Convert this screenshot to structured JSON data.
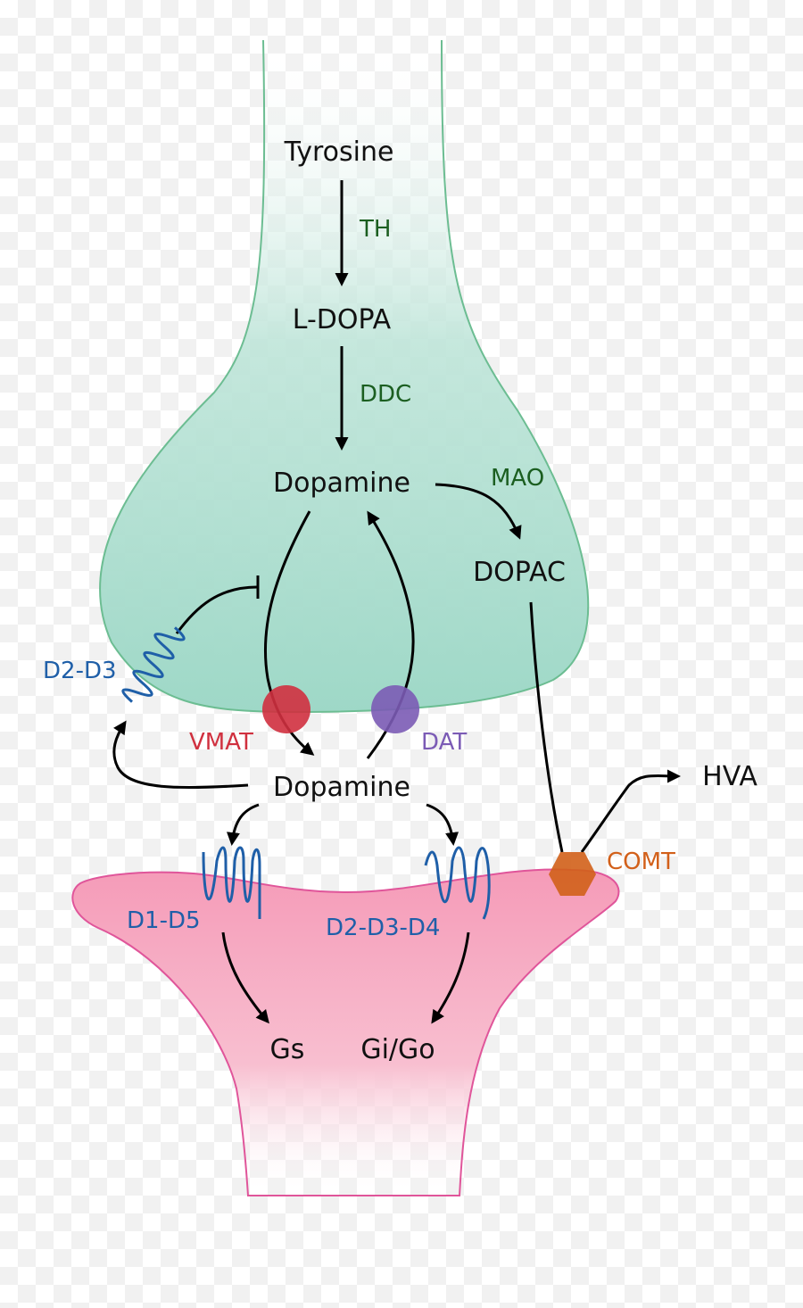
{
  "colors": {
    "presynaptic": "#a9dccd",
    "presynaptic_stroke": "#6cbd92",
    "postsynaptic": "#f5a3bd",
    "postsynaptic_stroke": "#e0559a",
    "enzyme_green": "#1b5e20",
    "receptor_blue": "#1f5fa8",
    "vmat_red": "#d0303f",
    "dat_purple": "#7b5bb5",
    "comt_orange": "#d2601a"
  },
  "labels": {
    "tyrosine": "Tyrosine",
    "ldopa": "L-DOPA",
    "dopamine_pre": "Dopamine",
    "dopac": "DOPAC",
    "dopamine_cleft": "Dopamine",
    "hva": "HVA",
    "gs": "Gs",
    "gi_go": "Gi/Go"
  },
  "enzymes": {
    "th": "TH",
    "ddc": "DDC",
    "mao": "MAO",
    "vmat": "VMAT",
    "dat": "DAT",
    "comt": "COMT"
  },
  "receptors": {
    "autoreceptor": "D2-D3",
    "d1_family": "D1-D5",
    "d2_family": "D2-D3-D4"
  }
}
